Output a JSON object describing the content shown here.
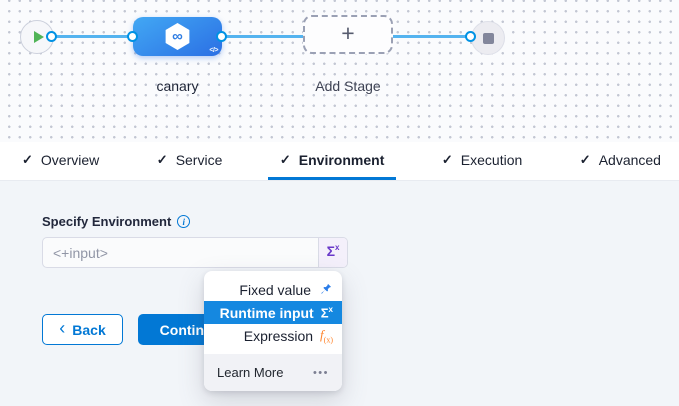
{
  "canvas": {
    "stage_label": "canary",
    "add_stage_label": "Add Stage",
    "plus_glyph": "+",
    "infinity_glyph": "∞",
    "code_glyph": "</>"
  },
  "tabs": [
    {
      "label": "Overview",
      "checked": true,
      "active": false
    },
    {
      "label": "Service",
      "checked": true,
      "active": false
    },
    {
      "label": "Environment",
      "checked": true,
      "active": true
    },
    {
      "label": "Execution",
      "checked": true,
      "active": false
    },
    {
      "label": "Advanced",
      "checked": true,
      "active": false
    }
  ],
  "icons": {
    "check": "✓",
    "info": "i",
    "sigma": "Σ",
    "sigma_sup": "x",
    "fx_base": "f",
    "fx_sub": "(x)",
    "back_chevron": "‹",
    "more_dots": "•••"
  },
  "form": {
    "label": "Specify Environment",
    "input_value": "<+input>"
  },
  "menu": {
    "items": [
      {
        "label": "Fixed value",
        "icon": "pin-icon",
        "selected": false
      },
      {
        "label": "Runtime input",
        "icon": "sigma-icon",
        "selected": true
      },
      {
        "label": "Expression",
        "icon": "fx-icon",
        "selected": false
      }
    ],
    "footer_label": "Learn More"
  },
  "buttons": {
    "back": "Back",
    "continue": "Continue"
  },
  "colors": {
    "accent_blue": "#0278d5",
    "menu_highlight_blue": "#1588e0",
    "edge_blue": "#54b3ef",
    "port_border_blue": "#0092e4",
    "node_gradient_start": "#42a8f4",
    "node_gradient_end": "#2b6fe4",
    "sigma_purple": "#6938c9",
    "fx_orange": "#ff832b",
    "play_green": "#51b457",
    "content_bg": "#f2f5f9"
  }
}
